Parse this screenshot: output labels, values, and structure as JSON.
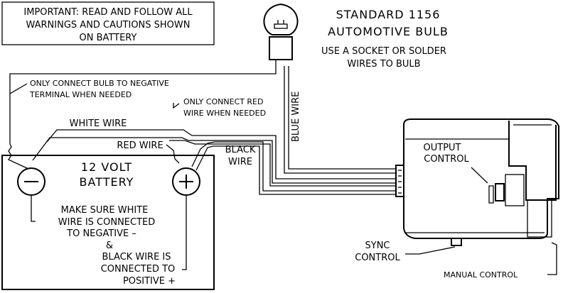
{
  "notes": {
    "important_box": [
      "IMPORTANT: READ AND FOLLOW ALL",
      "WARNINGS AND CAUTIONS SHOWN",
      "ON BATTERY"
    ],
    "bulb_title": [
      "STANDARD 1156",
      "AUTOMOTIVE BULB"
    ],
    "bulb_subtitle": [
      "USE A SOCKET OR SOLDER",
      "WIRES TO BULB"
    ],
    "bulb_negative_note": [
      "ONLY CONNECT BULB TO NEGATIVE",
      "TERMINAL WHEN NEEDED"
    ],
    "red_wire_note": [
      "ONLY CONNECT RED",
      "WIRE WHEN NEEDED"
    ],
    "battery_note": [
      "MAKE SURE WHITE",
      "WIRE IS CONNECTED",
      "TO NEGATIVE –",
      "&",
      "BLACK WIRE IS",
      "CONNECTED TO",
      "POSITIVE +"
    ]
  },
  "labels": {
    "blue_wire": "BLUE WIRE",
    "white_wire": "WHITE WIRE",
    "red_wire": "RED WIRE",
    "black_wire": [
      "BLACK",
      "WIRE"
    ],
    "battery": [
      "12 VOLT",
      "BATTERY"
    ],
    "output_control": [
      "OUTPUT",
      "CONTROL"
    ],
    "sync_control": [
      "SYNC",
      "CONTROL"
    ],
    "manual_control": "MANUAL CONTROL"
  }
}
